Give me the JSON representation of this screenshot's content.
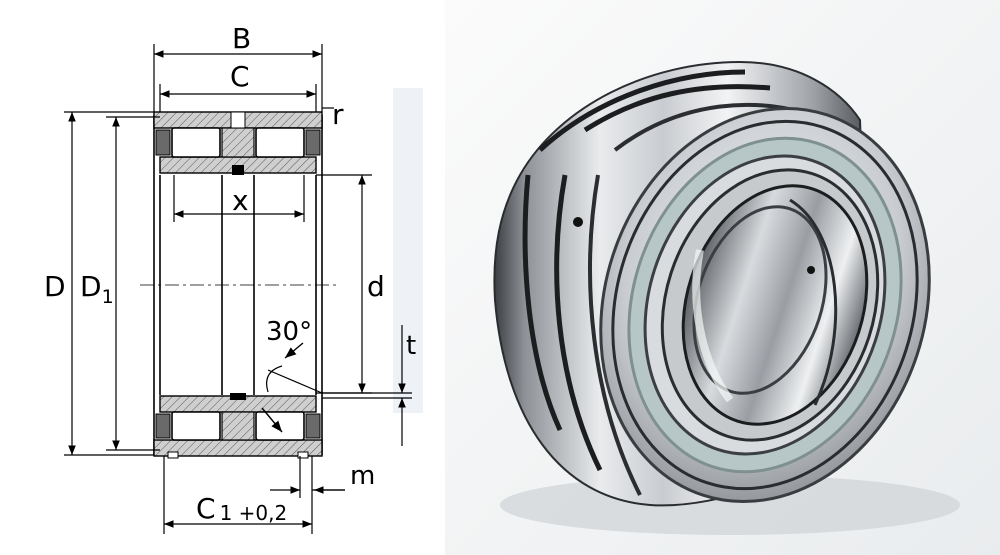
{
  "drawing": {
    "labels": {
      "B": "B",
      "C": "C",
      "r": "r",
      "x": "x",
      "D": "D",
      "D1_main": "D",
      "D1_sub": "1",
      "d": "d",
      "angle": "30°",
      "t": "t",
      "m": "m",
      "C1_main": "C",
      "C1_sub": "1 +0,2"
    },
    "colors": {
      "line": "#000000",
      "section_fill": "#cfcfcf",
      "seal_fill": "#6a6a6a",
      "background": "#ffffff"
    }
  },
  "photo": {
    "subject": "double-row-cylindrical-roller-bearing",
    "colors": {
      "steel_light": "#e4e6e8",
      "steel_mid": "#a9adb2",
      "steel_dark": "#3b3e42",
      "seal_ring": "#b7c7c7",
      "groove": "#1c1d1f"
    }
  }
}
